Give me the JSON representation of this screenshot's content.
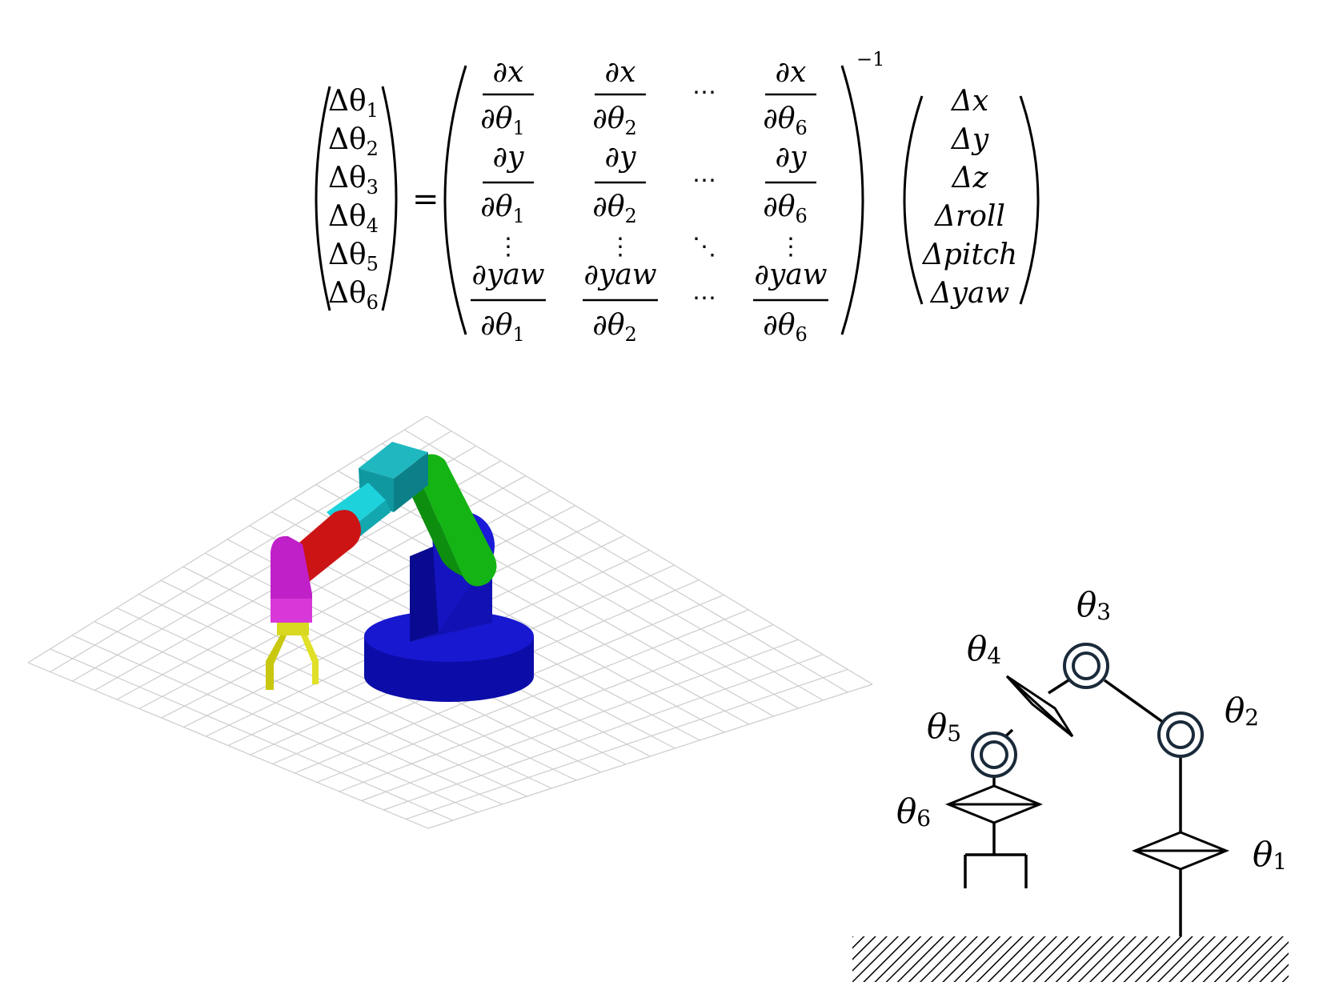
{
  "equation": {
    "lhs": [
      "Δθ1",
      "Δθ2",
      "Δθ3",
      "Δθ4",
      "Δθ5",
      "Δθ6"
    ],
    "lhs_parts": [
      {
        "base": "Δθ",
        "sub": "1"
      },
      {
        "base": "Δθ",
        "sub": "2"
      },
      {
        "base": "Δθ",
        "sub": "3"
      },
      {
        "base": "Δθ",
        "sub": "4"
      },
      {
        "base": "Δθ",
        "sub": "5"
      },
      {
        "base": "Δθ",
        "sub": "6"
      }
    ],
    "equals": "=",
    "jacobian": {
      "rows": [
        [
          {
            "num": "∂x",
            "den": "∂θ",
            "sub": "1"
          },
          {
            "num": "∂x",
            "den": "∂θ",
            "sub": "2"
          },
          {
            "dots": "⋯"
          },
          {
            "num": "∂x",
            "den": "∂θ",
            "sub": "6"
          }
        ],
        [
          {
            "num": "∂y",
            "den": "∂θ",
            "sub": "1"
          },
          {
            "num": "∂y",
            "den": "∂θ",
            "sub": "2"
          },
          {
            "dots": "⋯"
          },
          {
            "num": "∂y",
            "den": "∂θ",
            "sub": "6"
          }
        ],
        [
          {
            "dots": "⋮"
          },
          {
            "dots": "⋮"
          },
          {
            "dots": "⋱"
          },
          {
            "dots": "⋮"
          }
        ],
        [
          {
            "num": "∂yaw",
            "den": "∂θ",
            "sub": "1"
          },
          {
            "num": "∂yaw",
            "den": "∂θ",
            "sub": "2"
          },
          {
            "dots": "⋯"
          },
          {
            "num": "∂yaw",
            "den": "∂θ",
            "sub": "6"
          }
        ]
      ],
      "exponent": "−1"
    },
    "rhs": [
      "Δx",
      "Δy",
      "Δz",
      "Δroll",
      "Δpitch",
      "Δyaw"
    ]
  },
  "schematic": {
    "labels": {
      "theta1": {
        "base": "θ",
        "sub": "1"
      },
      "theta2": {
        "base": "θ",
        "sub": "2"
      },
      "theta3": {
        "base": "θ",
        "sub": "3"
      },
      "theta4": {
        "base": "θ",
        "sub": "4"
      },
      "theta5": {
        "base": "θ",
        "sub": "5"
      },
      "theta6": {
        "base": "θ",
        "sub": "6"
      }
    }
  },
  "colors": {
    "base": "#1414c8",
    "upper_arm": "#14b414",
    "elbow": "#14a0a8",
    "forearm": "#1ed2dc",
    "wrist": "#cc1414",
    "wrist2": "#cc22cc",
    "gripper": "#d8d820",
    "grid": "#cccccc",
    "schematic_joint": "#1a2a3a"
  }
}
